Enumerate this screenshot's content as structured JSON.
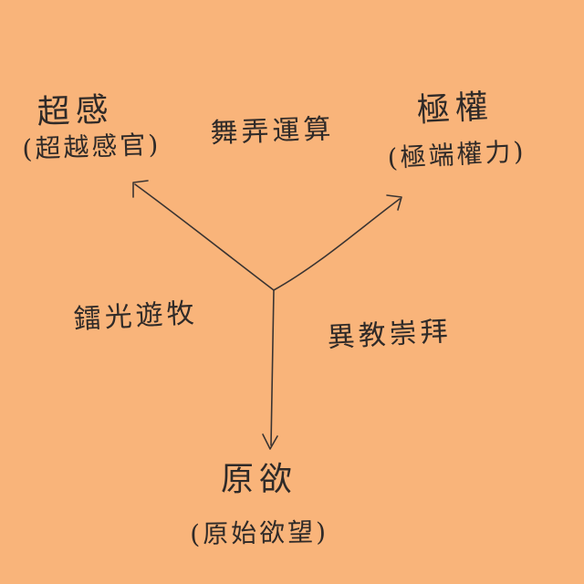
{
  "nodes": {
    "top_left": {
      "title": "超感",
      "subtitle": "(超越感官)"
    },
    "top_right": {
      "title": "極權",
      "subtitle": "(極端權力)"
    },
    "bottom": {
      "title": "原欲",
      "subtitle": "(原始欲望)"
    }
  },
  "edges": {
    "upper": "舞弄運算",
    "left": "鐳光遊牧",
    "right": "異教崇拜"
  },
  "colors": {
    "background": "#f9b47a",
    "ink": "#2f2a28"
  }
}
